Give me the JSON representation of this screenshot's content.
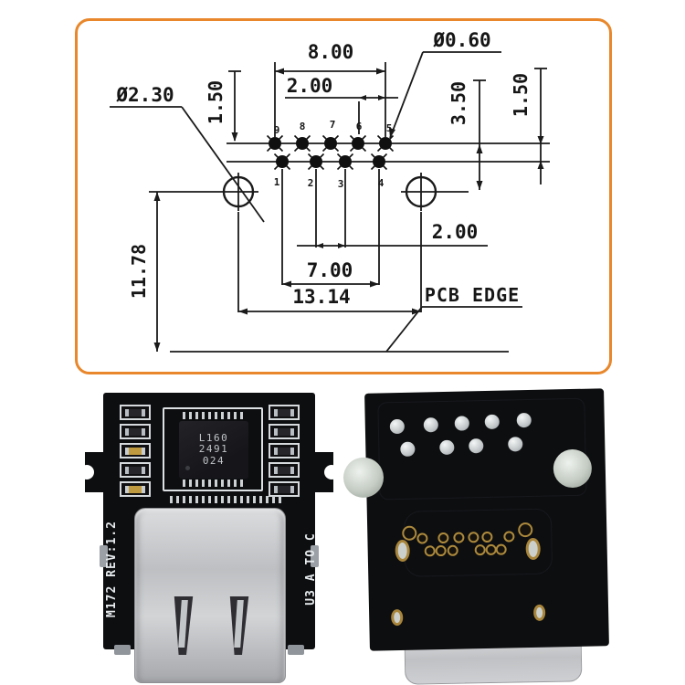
{
  "drawing": {
    "border_color": "#E8872B",
    "dims": {
      "top_width": "8.00",
      "top_pitch": "2.00",
      "pad_dia": "Ø0.60",
      "hole_dia": "Ø2.30",
      "left_offset": "1.50",
      "row_to_hole": "3.50",
      "row_gap": "1.50",
      "mid_pitch": "2.00",
      "bottom_row_width": "7.00",
      "hole_span": "13.14",
      "edge_height": "11.78",
      "edge_label": "PCB EDGE"
    },
    "pins_top": [
      "9",
      "8",
      "7",
      "6",
      "5"
    ],
    "pins_bottom": [
      "1",
      "2",
      "3",
      "4"
    ]
  },
  "photos": {
    "front": {
      "chip": {
        "line1": "L160",
        "line2": "2491",
        "line3": "024"
      },
      "silk_left": "M172 REV:1.2",
      "silk_right": "U3 A TO C"
    }
  },
  "colors": {
    "border_orange": "#E8872B",
    "pcb_black": "#0d0e10",
    "silkscreen_white": "#e6eaec",
    "metal_silver": "#c6c8cb",
    "pad_gold": "#ad8a3c",
    "solder_silver": "#dde1e2"
  }
}
